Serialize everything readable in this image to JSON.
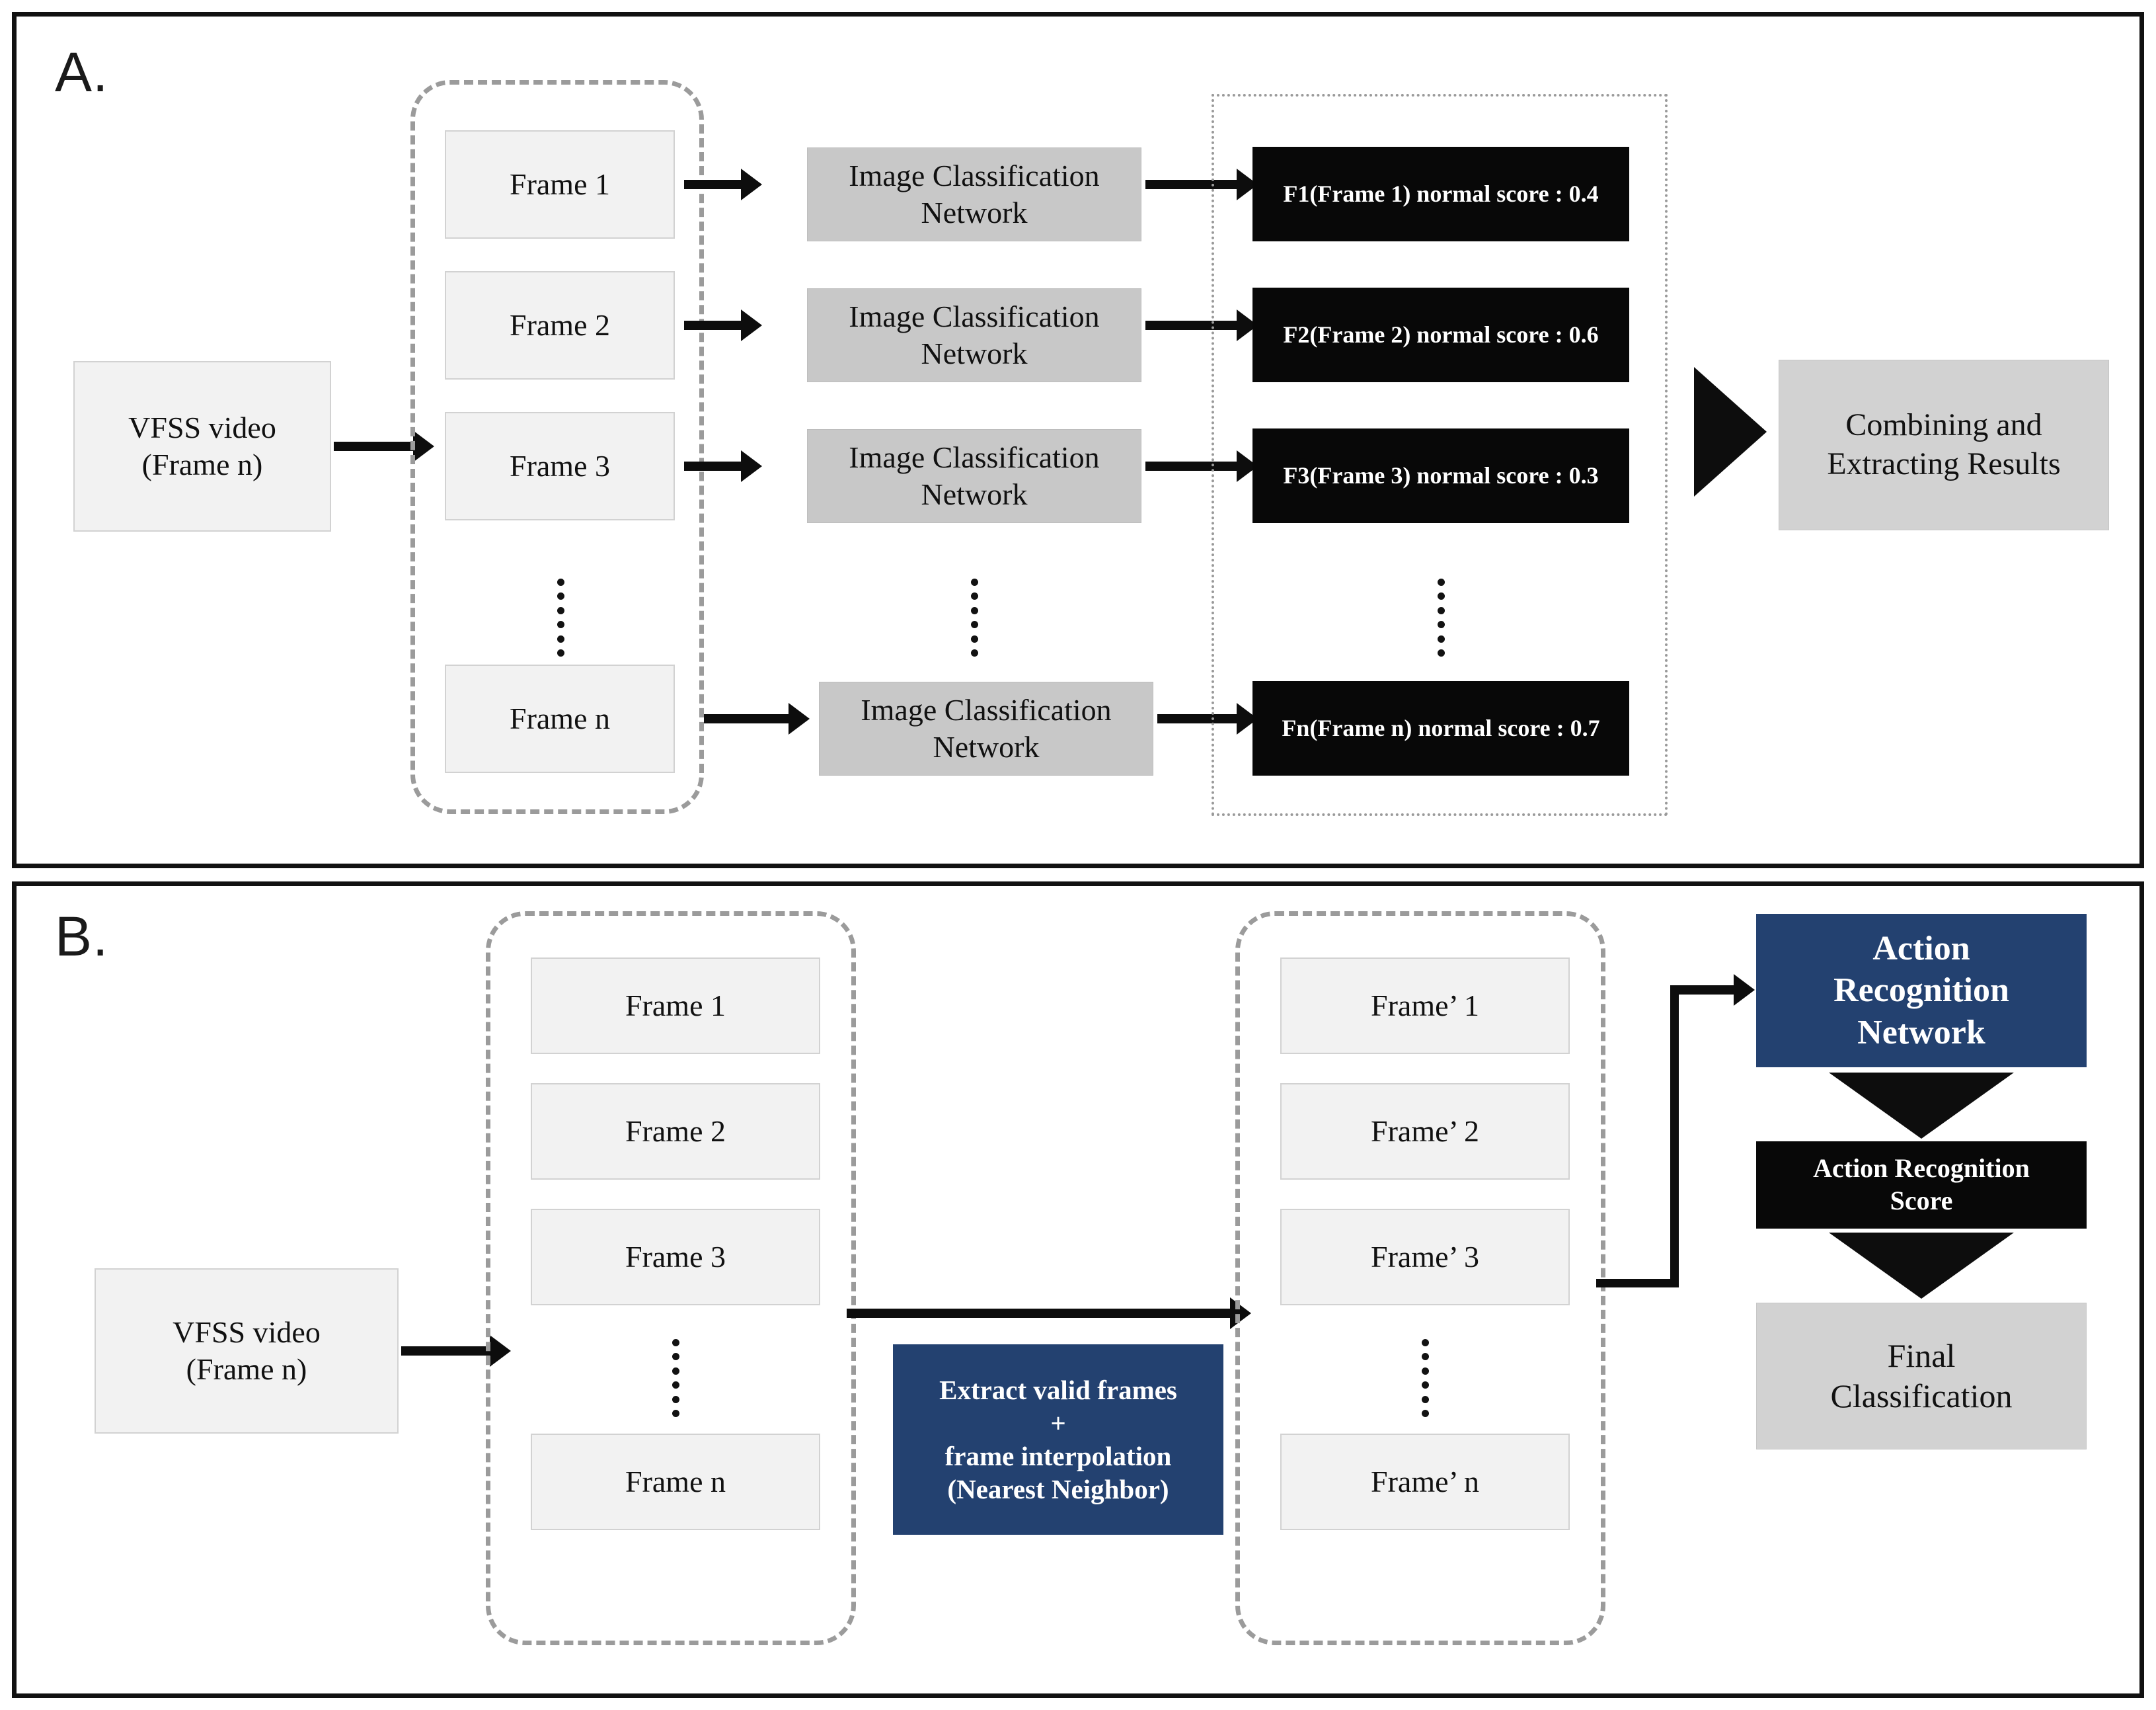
{
  "figure": {
    "panels": [
      {
        "letter": "A.",
        "input": {
          "line1": "VFSS video",
          "line2": "(Frame n)"
        },
        "frames": [
          "Frame 1",
          "Frame 2",
          "Frame 3",
          "Frame n"
        ],
        "networks": [
          {
            "line1": "Image Classification",
            "line2": "Network"
          },
          {
            "line1": "Image Classification",
            "line2": "Network"
          },
          {
            "line1": "Image Classification",
            "line2": "Network"
          },
          {
            "line1": "Image Classification",
            "line2": "Network"
          }
        ],
        "scores": [
          "F1(Frame 1) normal score : 0.4",
          "F2(Frame 2) normal score : 0.6",
          "F3(Frame 3) normal score : 0.3",
          "Fn(Frame n) normal score : 0.7"
        ],
        "output": {
          "line1": "Combining and",
          "line2": "Extracting Results"
        },
        "ellipsis_label": "vertical-ellipsis"
      },
      {
        "letter": "B.",
        "input": {
          "line1": "VFSS video",
          "line2": "(Frame n)"
        },
        "frames_in": [
          "Frame 1",
          "Frame 2",
          "Frame 3",
          "Frame n"
        ],
        "processor": {
          "line1": "Extract valid frames",
          "line2": "+",
          "line3": "frame interpolation",
          "line4": "(Nearest Neighbor)"
        },
        "frames_out": [
          "Frame’ 1",
          "Frame’ 2",
          "Frame’ 3",
          "Frame’ n"
        ],
        "network": {
          "line1": "Action",
          "line2": "Recognition",
          "line3": "Network"
        },
        "score": {
          "line1": "Action Recognition",
          "line2": "Score"
        },
        "final": {
          "line1": "Final",
          "line2": "Classification"
        }
      }
    ]
  },
  "colors": {
    "accent_blue": "#234170",
    "black_box": "#080808",
    "light_gray_box": "#d2d2d2",
    "frame_box": "#f2f2f2",
    "network_gray": "#c8c8c8",
    "dashed_border": "#9b9b9b",
    "panel_border": "#111111"
  }
}
